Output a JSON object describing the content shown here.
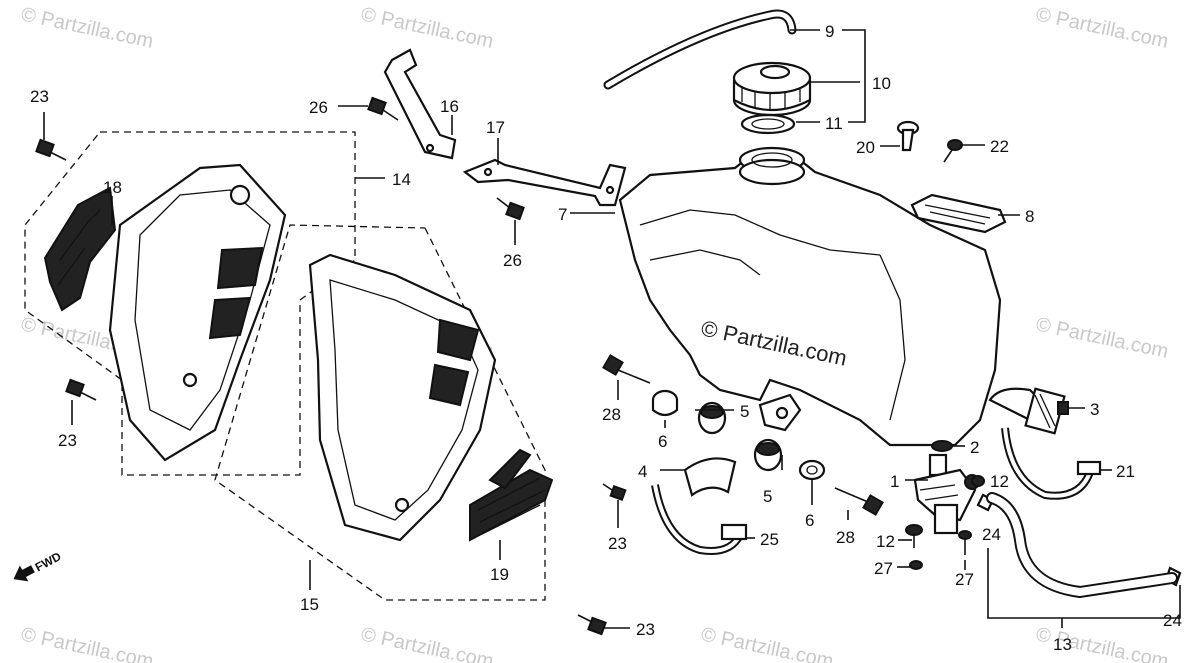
{
  "watermark": {
    "text": "© Partzilla.com",
    "center_text": "© Partzilla.com"
  },
  "direction_label": "FWD",
  "callouts": {
    "c1": "1",
    "c2": "2",
    "c3": "3",
    "c4": "4",
    "c5a": "5",
    "c5b": "5",
    "c6a": "6",
    "c6b": "6",
    "c7": "7",
    "c8": "8",
    "c9": "9",
    "c10": "10",
    "c11": "11",
    "c12a": "12",
    "c12b": "12",
    "c13": "13",
    "c14": "14",
    "c15": "15",
    "c16": "16",
    "c17": "17",
    "c18": "18",
    "c19": "19",
    "c20": "20",
    "c21": "21",
    "c22": "22",
    "c23a": "23",
    "c23b": "23",
    "c23c": "23",
    "c23d": "23",
    "c24a": "24",
    "c24b": "24",
    "c25": "25",
    "c26a": "26",
    "c26b": "26",
    "c27a": "27",
    "c27b": "27",
    "c28a": "28",
    "c28b": "28"
  }
}
